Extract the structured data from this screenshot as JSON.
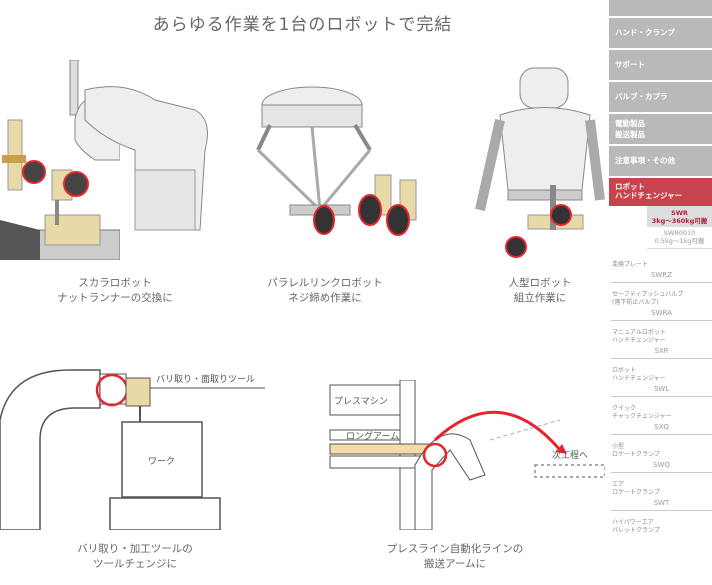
{
  "headline": "あらゆる作業を1台のロボットで完結",
  "captions": {
    "scara": [
      "スカラロボット",
      "ナットランナーの交換に"
    ],
    "parallel": [
      "パラレルリンクロボット",
      "ネジ締め作業に"
    ],
    "humanoid": [
      "人型ロボット",
      "組立作業に"
    ],
    "deburr": [
      "バリ取り・加工ツールの",
      "ツールチェンジに"
    ],
    "press": [
      "プレスライン自動化ラインの",
      "搬送アームに"
    ]
  },
  "diagram_labels": {
    "deburr_tool": "バリ取り・面取りツール",
    "work": "ワーク",
    "press_machine": "プレスマシン",
    "long_arm": "ロングアーム",
    "next_process": "次工程へ"
  },
  "sidebar": {
    "menu": [
      "ハンド・クランプ",
      "サポート",
      "バルブ・カプラ",
      "電動製品\n搬送製品",
      "注意事項・その他"
    ],
    "active": {
      "line1": "ロボット",
      "line2": "ハンドチェンジャー"
    },
    "active_sub": [
      {
        "code": "SWR",
        "note": "3kg～360kg可搬"
      },
      {
        "code": "SWR0010",
        "note": "0.5kg～1kg可搬"
      }
    ],
    "groups": [
      {
        "label": "変換プレート",
        "code": "SWRZ"
      },
      {
        "label": "セーフティブッシュバルブ\n(落下防止バルブ)",
        "code": "SWRA"
      },
      {
        "label": "マニュアルロボット\nハンドチェンジャー",
        "code": "SXR"
      },
      {
        "label": "ロボット\nハンドチェンジャー",
        "code": "SWL"
      },
      {
        "label": "クイック\nチャックチェンジャー",
        "code": "SXQ"
      },
      {
        "label": "小型\nロケートクランプ",
        "code": "SWQ"
      },
      {
        "label": "エア\nロケートクランプ",
        "code": "SWT"
      },
      {
        "label": "ハイパワーエア\nパレットクランプ",
        "code": ""
      }
    ]
  },
  "colors": {
    "accent": "#c8434d",
    "menu_bg": "#b9b9b9",
    "highlight_circle": "#e5252d"
  }
}
